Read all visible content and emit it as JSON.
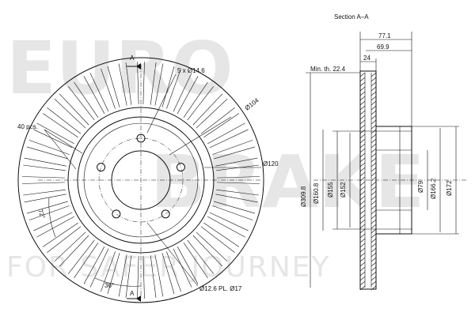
{
  "watermark": {
    "brand_lines": [
      "EURO",
      "BRAKE"
    ],
    "tagline": "FOR SAFER JOURNEY"
  },
  "front_view": {
    "section_marker": "A",
    "bolt_holes": "5 x Ø14.6",
    "pcd": "Ø104",
    "hub_dia": "Ø120",
    "vanes": "40 pcs.",
    "vane_angle": "72°",
    "pitch_angle": "36°",
    "holes_note": "Ø12.6 PL. Ø17"
  },
  "section_view": {
    "title": "Section A–A",
    "dim_total_width": "77.1",
    "dim_hat_height": "69.9",
    "dim_disc_thickness": "24",
    "min_thickness": "Min. th. 22.4",
    "dia_outer": "Ø309.8",
    "dia_160": "Ø160.8",
    "dia_155": "Ø155",
    "dia_152": "Ø152",
    "dia_79": "Ø79",
    "dia_166": "Ø166.2",
    "dia_172": "Ø172"
  }
}
